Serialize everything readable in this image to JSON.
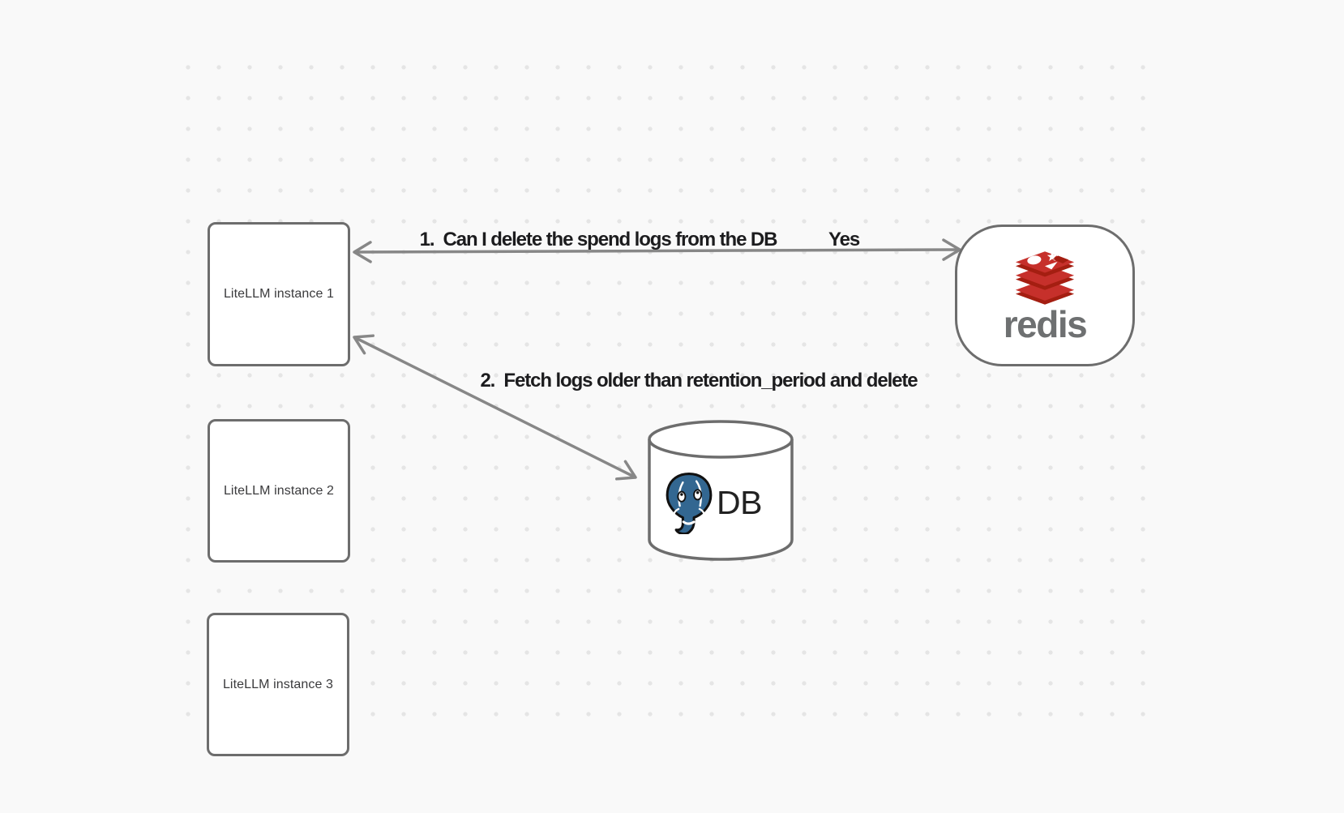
{
  "diagram": {
    "background_color": "#f9f9f9",
    "dot_grid_color": "#e5e5e5",
    "node_border_color": "#6d6d6d",
    "arrow_color": "#878787",
    "label_text_color": "#1c1c1e",
    "instances": [
      {
        "label": "LiteLLM instance 1"
      },
      {
        "label": "LiteLLM instance 2"
      },
      {
        "label": "LiteLLM instance 3"
      }
    ],
    "redis": {
      "wordmark": "redis",
      "icon": "redis-stack-icon",
      "red": "#c6302b",
      "dark_red": "#a41e11",
      "wordmark_color": "#6e7071"
    },
    "database": {
      "label": "DB",
      "icon": "postgresql-elephant-icon",
      "postgres_blue": "#336791"
    },
    "arrows": [
      {
        "number_label": "1.  Can I delete the spend logs from the DB",
        "reply_label": "Yes",
        "style": "double-headed"
      },
      {
        "number_label": "2.  Fetch logs older than retention_period and delete",
        "style": "double-headed"
      }
    ]
  }
}
